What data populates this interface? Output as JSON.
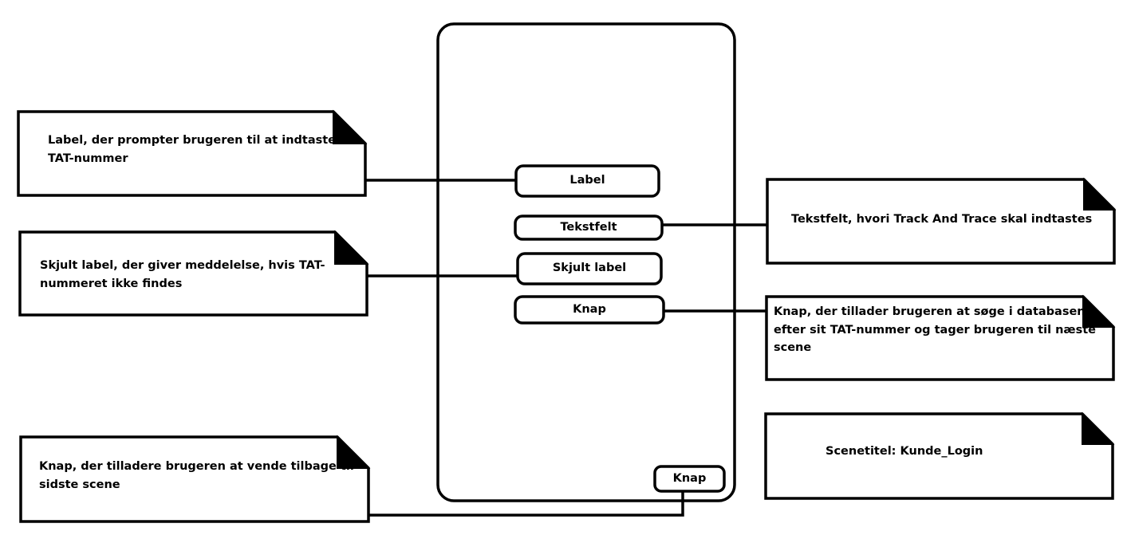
{
  "phone": {
    "elements": {
      "label": "Label",
      "textfield": "Tekstfelt",
      "hidden_label": "Skjult label",
      "button": "Knap",
      "back_button": "Knap"
    }
  },
  "notes": {
    "label_note": [
      "Label, der prompter brugeren til at indtaste",
      "TAT-nummer"
    ],
    "hidden_label_note": [
      "Skjult label, der giver meddelelse, hvis TAT-",
      "nummeret ikke findes"
    ],
    "back_button_note": [
      "Knap, der tilladere brugeren at vende tilbage til",
      "sidste scene"
    ],
    "textfield_note": [
      "Tekstfelt, hvori Track And Trace skal indtastes"
    ],
    "button_note": [
      "Knap, der tillader brugeren at søge i databasen",
      "efter sit TAT-nummer og tager brugeren til næste",
      "scene"
    ],
    "scene_title_note": [
      "Scenetitel: Kunde_Login"
    ]
  },
  "colors": {
    "stroke": "#000000",
    "background": "#ffffff"
  }
}
